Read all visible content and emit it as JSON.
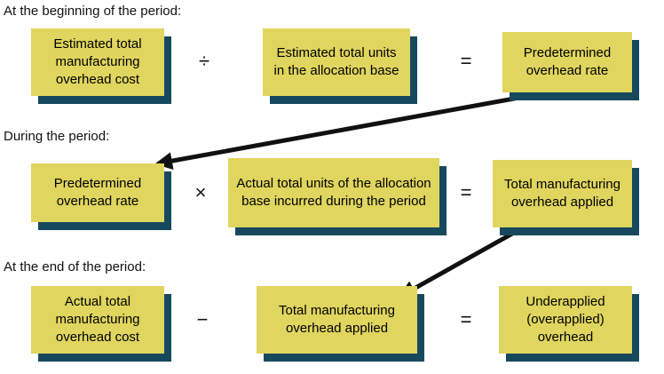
{
  "colors": {
    "box_fill": "#e0d55e",
    "box_shadow": "#17495e",
    "arrow": "#111111"
  },
  "rows": [
    {
      "heading": "At the beginning of the period:",
      "box1": "Estimated total manufacturing overhead cost",
      "op1": "÷",
      "box2": "Estimated total units in the allocation base",
      "op2": "=",
      "box3": "Predetermined overhead rate"
    },
    {
      "heading": "During the period:",
      "box1": "Predetermined overhead rate",
      "op1": "×",
      "box2": "Actual total units of the allocation base incurred during the period",
      "op2": "=",
      "box3": "Total manufacturing overhead applied"
    },
    {
      "heading": "At the end of the period:",
      "box1": "Actual total manufacturing overhead cost",
      "op1": "−",
      "box2": "Total manufacturing overhead applied",
      "op2": "=",
      "box3": "Underapplied (overapplied) overhead"
    }
  ]
}
